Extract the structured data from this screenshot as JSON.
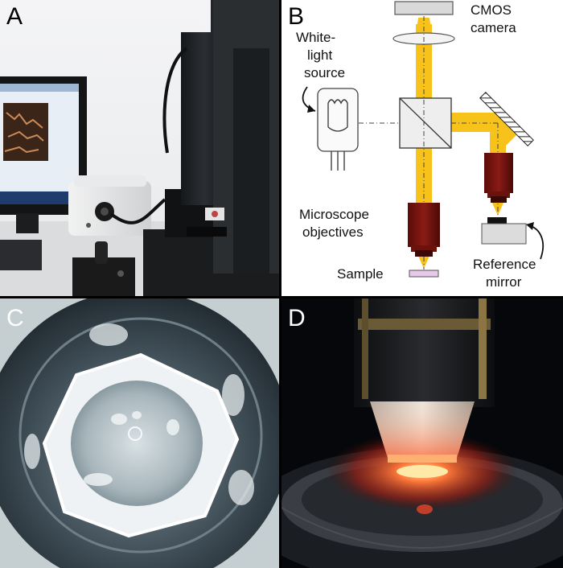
{
  "panels": {
    "a": {
      "letter": "A"
    },
    "b": {
      "letter": "B",
      "labels": {
        "cmos_line1": "CMOS",
        "cmos_line2": "camera",
        "white_line1": "White-",
        "white_line2": "light",
        "white_line3": "source",
        "micro_line1": "Microscope",
        "micro_line2": "objectives",
        "sample": "Sample",
        "ref_line1": "Reference",
        "ref_line2": "mirror"
      },
      "colors": {
        "beam": "#f7c21a",
        "objective": "#7a1410",
        "sample": "#e6c8ea",
        "stage": "#dcdcdc"
      }
    },
    "c": {
      "letter": "C"
    },
    "d": {
      "letter": "D"
    }
  }
}
